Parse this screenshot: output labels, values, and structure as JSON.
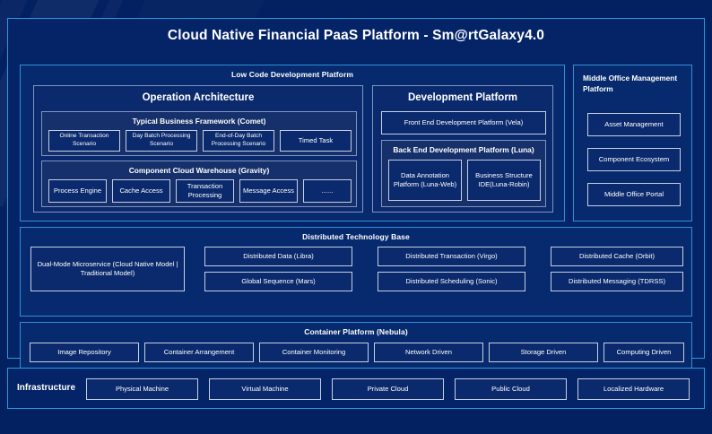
{
  "title": "Cloud Native Financial PaaS Platform - Sm@rtGalaxy4.0",
  "colors": {
    "background": "#032060",
    "accent_cyan": "#1f9ee0",
    "panel_fill": "#072a6e",
    "group_fill": "#15306b",
    "leaf_border": "#c6cfe2"
  },
  "low_code": {
    "title": "Low Code Development Platform",
    "operation_architecture": {
      "title": "Operation Architecture",
      "groups": [
        {
          "title": "Typical Business Framework (Comet)",
          "items": [
            "Online Transaction Scenario",
            "Day Batch Processing Scenario",
            "End-of-Day Batch Processing Scenario",
            "Timed Task"
          ]
        },
        {
          "title": "Component Cloud Warehouse (Gravity)",
          "items": [
            "Process Engine",
            "Cache Access",
            "Transaction Processing",
            "Message Access",
            "......"
          ]
        }
      ]
    },
    "development_platform": {
      "title": "Development Platform",
      "front_end": "Front End Development Platform (Vela)",
      "back_end": {
        "title": "Back End Development Platform (Luna)",
        "items": [
          "Data Annotation Platform (Luna-Web)",
          "Business Structure IDE(Luna-Robin)"
        ]
      }
    }
  },
  "middle_office": {
    "title": "Middle Office Management Platform",
    "items": [
      "Asset Management",
      "Component Ecosystem",
      "Middle Office Portal"
    ]
  },
  "distributed_technology_base": {
    "title": "Distributed Technology Base",
    "highlight": "Dual-Mode Microservice (Cloud Native Model | Traditional Model)",
    "items": [
      "Distributed Data (Libra)",
      "Distributed Transaction (Virgo)",
      "Distributed Cache (Orbit)",
      "Global Sequence (Mars)",
      "Distributed Scheduling (Sonic)",
      "Distributed Messaging (TDRSS)"
    ]
  },
  "container_platform": {
    "title": "Container Platform (Nebula)",
    "items": [
      "Image Repository",
      "Container Arrangement",
      "Container Monitoring",
      "Network Driven",
      "Storage Driven",
      "Computing Driven"
    ]
  },
  "infrastructure": {
    "label": "Infrastructure",
    "items": [
      "Physical Machine",
      "Virtual Machine",
      "Private Cloud",
      "Public Cloud",
      "Localized Hardware"
    ]
  }
}
